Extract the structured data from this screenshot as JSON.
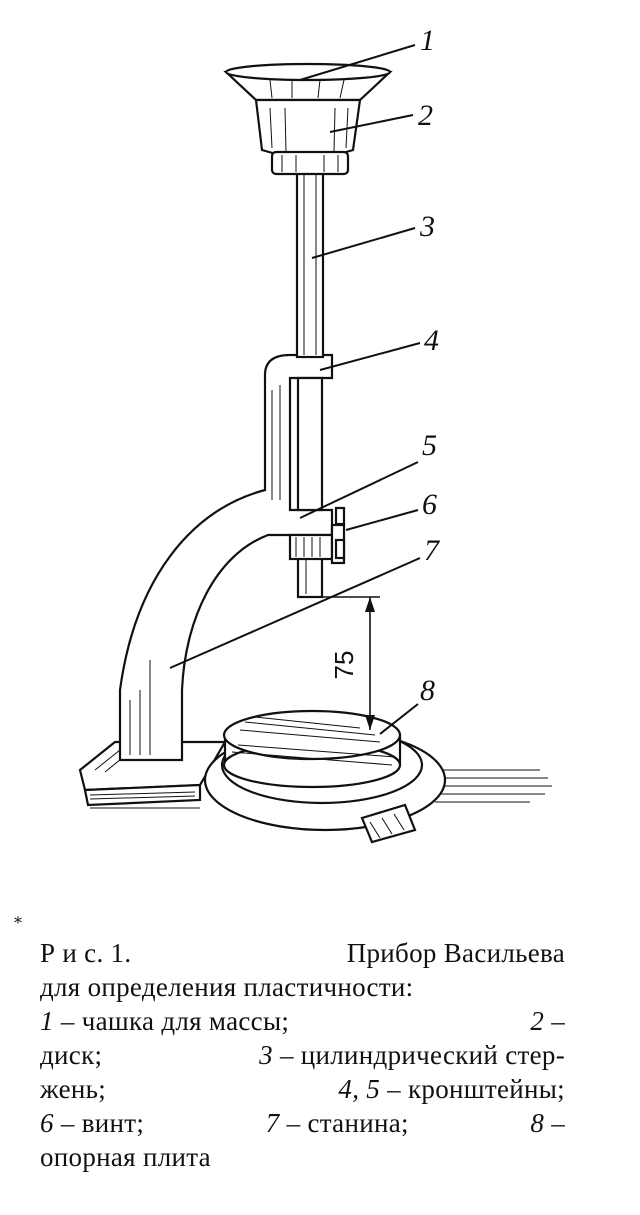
{
  "figure": {
    "callouts": [
      "1",
      "2",
      "3",
      "4",
      "5",
      "6",
      "7",
      "8"
    ],
    "dimension": "75"
  },
  "caption": {
    "prefix": "Р и с. 1.",
    "title": "Прибор Васильева",
    "line2": "для определения пластичности:",
    "items": [
      {
        "num": "1",
        "text": "– чашка для массы;"
      },
      {
        "num": "2",
        "text": "– диск;"
      },
      {
        "num": "3",
        "text": "– цилиндрический стер-жень;"
      },
      {
        "num": "4, 5",
        "text": "– кронштейны;"
      },
      {
        "num": "6",
        "text": "– винт;"
      },
      {
        "num": "7",
        "text": "– станина;"
      },
      {
        "num": "8",
        "text": "– опорная плита"
      }
    ],
    "lines": {
      "l3a": "– чашка для массы;",
      "l3b": "–",
      "l4a": "диск;",
      "l4b": "– цилиндрический стер-",
      "l5a": "жень;",
      "l5b": "– кронштейны;",
      "l6a": "– винт;",
      "l6b": "– станина;",
      "l6c": "–",
      "l7a": "опорная плита"
    }
  }
}
